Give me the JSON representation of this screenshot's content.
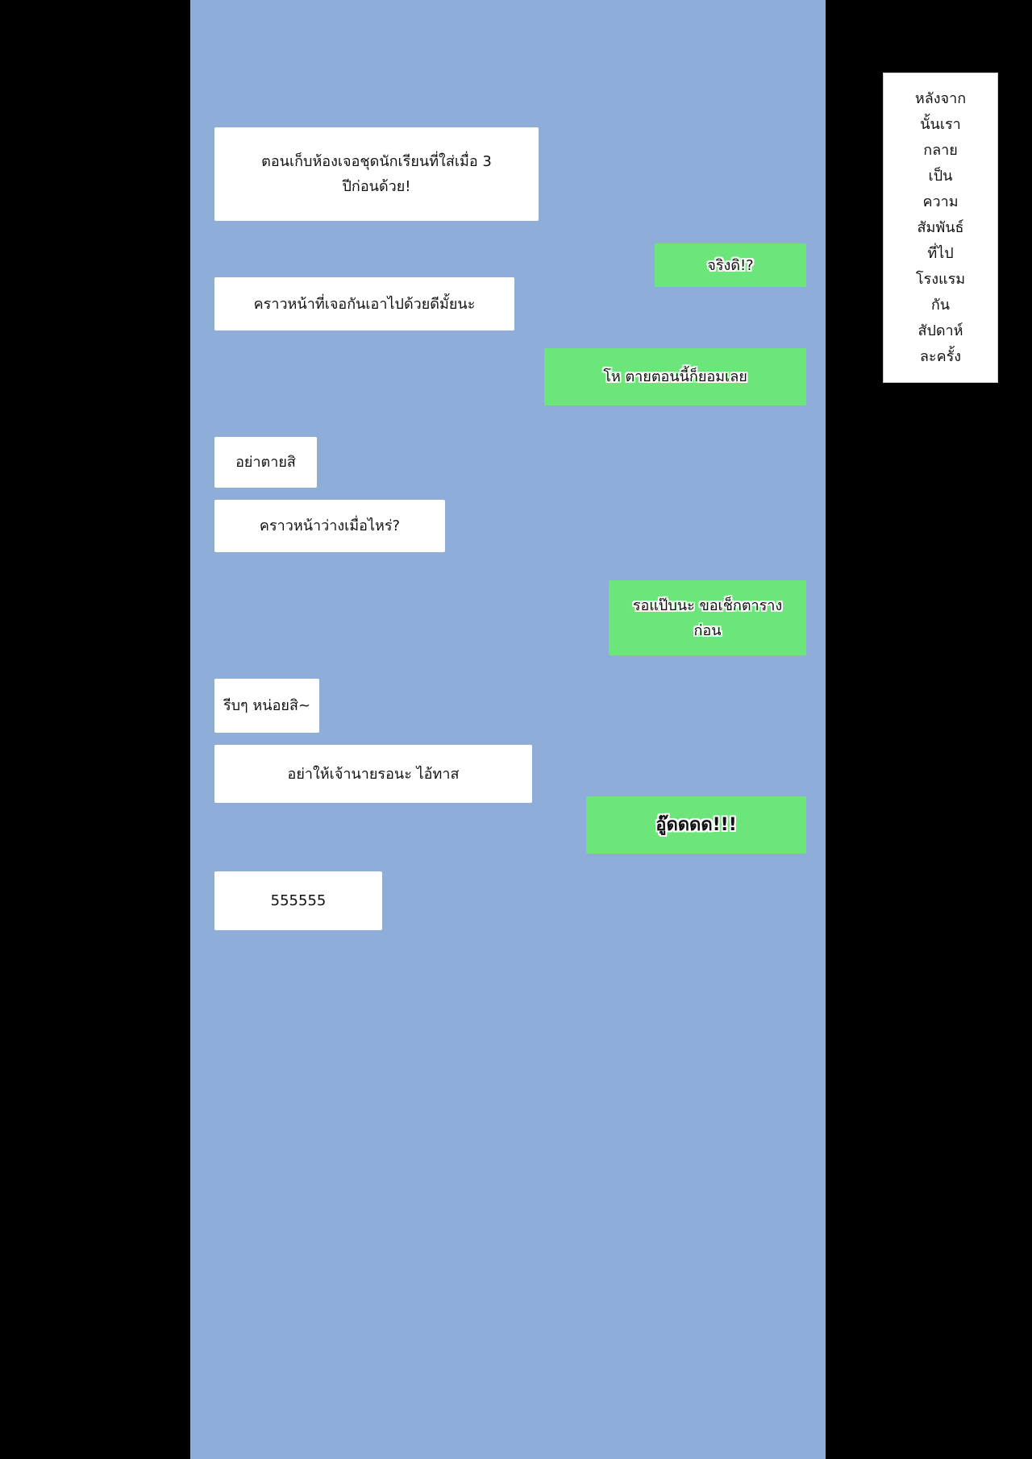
{
  "colors": {
    "background": "#000000",
    "chat_background": "#8eadd9",
    "received_bubble": "#ffffff",
    "sent_bubble": "#6ce67a"
  },
  "messages": [
    {
      "side": "received",
      "lines": [
        "ตอนเก็บห้องเจอชุดนักเรียนที่ใส่เมื่อ 3",
        "ปีก่อนด้วย!"
      ]
    },
    {
      "side": "sent",
      "lines": [
        "จริงดิ!?"
      ]
    },
    {
      "side": "received",
      "lines": [
        "คราวหน้าที่เจอกันเอาไปด้วยดีมั้ยนะ"
      ]
    },
    {
      "side": "sent",
      "lines": [
        "โห ตายตอนนี้ก็ยอมเลย"
      ]
    },
    {
      "side": "received",
      "lines": [
        "อย่าตายสิ"
      ]
    },
    {
      "side": "received",
      "lines": [
        "คราวหน้าว่างเมื่อไหร่?"
      ]
    },
    {
      "side": "sent",
      "lines": [
        "รอแป๊บนะ ขอเช็กตาราง",
        "ก่อน"
      ]
    },
    {
      "side": "received",
      "lines": [
        "รีบๆ หน่อยสิ~"
      ]
    },
    {
      "side": "received",
      "lines": [
        "อย่าให้เจ้านายรอนะ ไอ้ทาส"
      ]
    },
    {
      "side": "sent",
      "lines": [
        "อู๊ดดดด!!!"
      ]
    },
    {
      "side": "received",
      "lines": [
        "555555"
      ]
    }
  ],
  "caption": {
    "lines": [
      "หลังจาก",
      "นั้นเรา",
      "กลาย",
      "เป็น",
      "ความ",
      "สัมพันธ์",
      "ที่ไป",
      "โรงแรม",
      "กัน",
      "สัปดาห์",
      "ละครั้ง"
    ]
  }
}
